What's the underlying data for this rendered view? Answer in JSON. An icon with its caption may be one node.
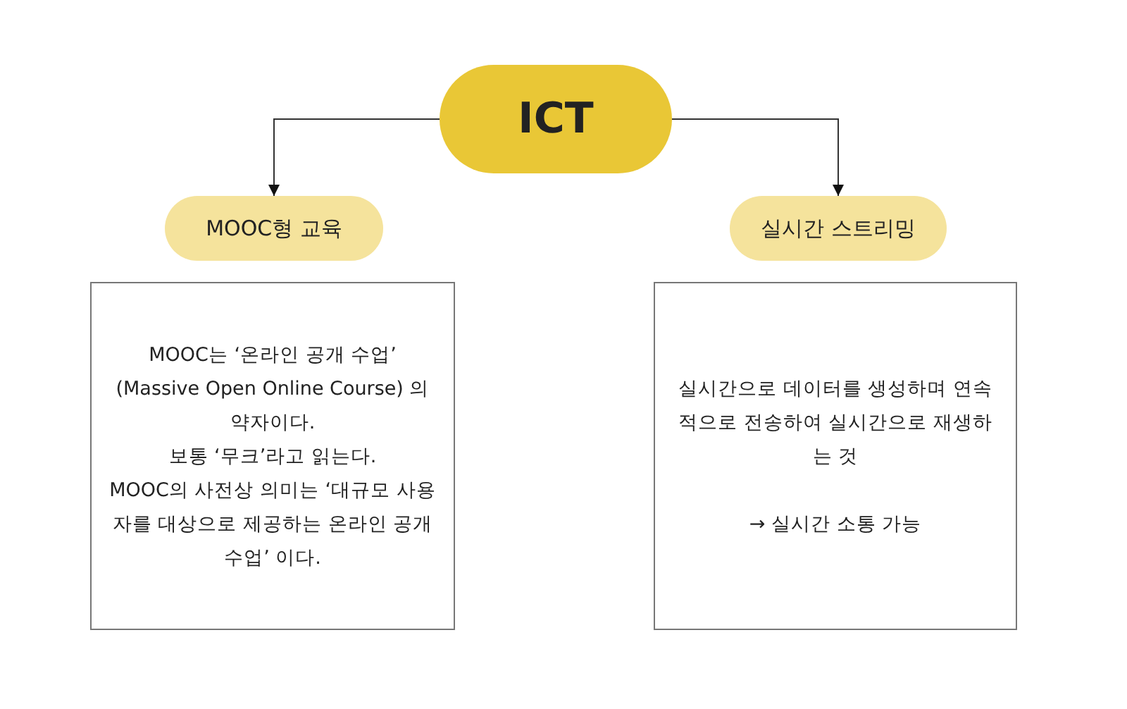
{
  "diagram": {
    "nodes": [
      {
        "text": [
          "ICT"
        ]
      },
      {
        "text": [
          "MOOC형 교육"
        ]
      },
      {
        "text": [
          "실시간  스트리밍"
        ]
      },
      {
        "text": [
          "MOOC는 ‘온라인 공개 수업’ (Massive Open Online Course) 의 약자이다.",
          "보통 ‘무크’라고 읽는다.",
          "MOOC의 사전상 의미는 ‘대규모 사용자를 대상으로 제공하는 온라인 공개 수업’ 이다."
        ]
      },
      {
        "text": [
          "실시간으로 데이터를 생성하며 연속적으로 전송하여 실시간으로 재생하는 것",
          "→ 실시간 소통 가능"
        ]
      }
    ],
    "edges": [
      {
        "from": 0,
        "to": 1,
        "arrow": "to"
      },
      {
        "from": 0,
        "to": 2,
        "arrow": "to"
      }
    ]
  }
}
